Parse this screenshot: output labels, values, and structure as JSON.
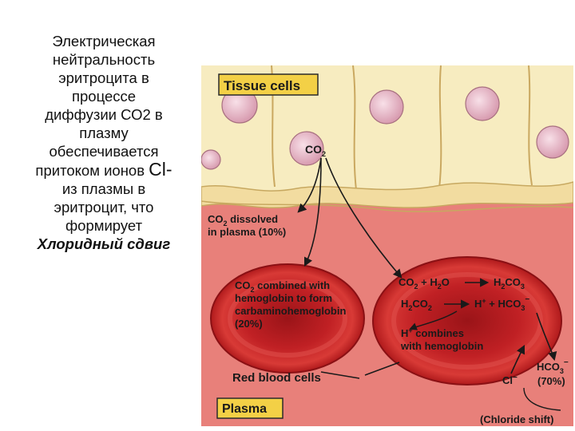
{
  "caption": {
    "lines": [
      "Электрическая",
      "нейтральность",
      "эритроцита в",
      "процессе",
      "диффузии СО2 в",
      "плазму",
      "обеспечивается",
      "притоком ионов "
    ],
    "cl": "Cl-",
    "lines2": [
      "из плазмы в",
      "эритроцит, что",
      "формирует"
    ],
    "emphasis": "Хлоридный сдвиг"
  },
  "diagram": {
    "labels": {
      "tissue_cells": "Tissue cells",
      "co2_base": "CO",
      "sub2": "2",
      "dissolved_line1_rest": " dissolved",
      "dissolved_line2": "in plasma (10%)",
      "combined_line1_rest": " combined with",
      "combined_line2": "hemoglobin to form",
      "combined_line3": "carbaminohemoglobin",
      "combined_line4": "(20%)",
      "eq1_plus": " + H",
      "eq1_o": "O",
      "eq1_product": "H",
      "eq1_product_co3": "CO",
      "sub3": "3",
      "eq2_left": "H",
      "eq2_left_co3": "CO",
      "eq2_hplus": "H",
      "plus": "+",
      "eq2_mid": " + HCO",
      "minus": "−",
      "hplus_combines_rest": " combines",
      "with_hemoglobin": "with hemoglobin",
      "hco3": "HCO",
      "pct70": "(70%)",
      "cl": "Cl",
      "red_blood_cells": "Red blood cells",
      "plasma": "Plasma",
      "chloride_shift": "(Chloride shift)"
    },
    "colors": {
      "label_box": "#f3d046",
      "tissue_bg": "#f7ecc0",
      "plasma": "#e8807a",
      "rbc": "#c8282a",
      "nucleus": "#f0c8d4"
    }
  }
}
